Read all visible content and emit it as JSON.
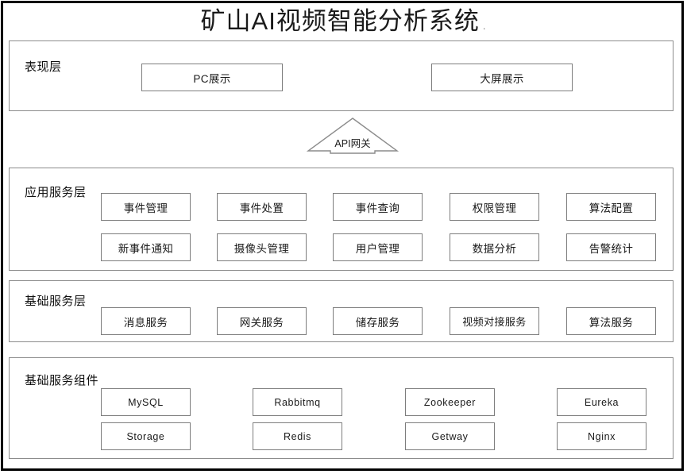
{
  "title": {
    "text": "矿山AI视频智能分析系统",
    "trailing_mark": "."
  },
  "colors": {
    "frame": "#000000",
    "panel_border": "#8c8c8c",
    "node_border": "#7d7d7d",
    "background": "#ffffff",
    "text": "#1a1a1a"
  },
  "gateway": {
    "label": "API网关",
    "shape": "up-arrow"
  },
  "layers": [
    {
      "id": "presentation",
      "label": "表现层",
      "nodes": [
        {
          "label": "PC展示",
          "lang": "cn"
        },
        {
          "label": "大屏展示",
          "lang": "cn"
        }
      ]
    },
    {
      "id": "application-service",
      "label": "应用服务层",
      "rows": [
        [
          {
            "label": "事件管理",
            "lang": "cn"
          },
          {
            "label": "事件处置",
            "lang": "cn"
          },
          {
            "label": "事件查询",
            "lang": "cn"
          },
          {
            "label": "权限管理",
            "lang": "cn"
          },
          {
            "label": "算法配置",
            "lang": "cn"
          }
        ],
        [
          {
            "label": "新事件通知",
            "lang": "cn"
          },
          {
            "label": "摄像头管理",
            "lang": "cn"
          },
          {
            "label": "用户管理",
            "lang": "cn"
          },
          {
            "label": "数据分析",
            "lang": "cn"
          },
          {
            "label": "告警统计",
            "lang": "cn"
          }
        ]
      ]
    },
    {
      "id": "basic-service",
      "label": "基础服务层",
      "rows": [
        [
          {
            "label": "消息服务",
            "lang": "cn"
          },
          {
            "label": "网关服务",
            "lang": "cn"
          },
          {
            "label": "储存服务",
            "lang": "cn"
          },
          {
            "label": "视频对接服务",
            "lang": "wide-cn"
          },
          {
            "label": "算法服务",
            "lang": "cn"
          }
        ]
      ]
    },
    {
      "id": "basic-components",
      "label": "基础服务组件",
      "rows": [
        [
          {
            "label": "MySQL",
            "lang": "en"
          },
          {
            "label": "Rabbitmq",
            "lang": "en"
          },
          {
            "label": "Zookeeper",
            "lang": "en"
          },
          {
            "label": "Eureka",
            "lang": "en"
          }
        ],
        [
          {
            "label": "Storage",
            "lang": "en"
          },
          {
            "label": "Redis",
            "lang": "en"
          },
          {
            "label": "Getway",
            "lang": "en"
          },
          {
            "label": "Nginx",
            "lang": "en"
          }
        ]
      ]
    }
  ]
}
